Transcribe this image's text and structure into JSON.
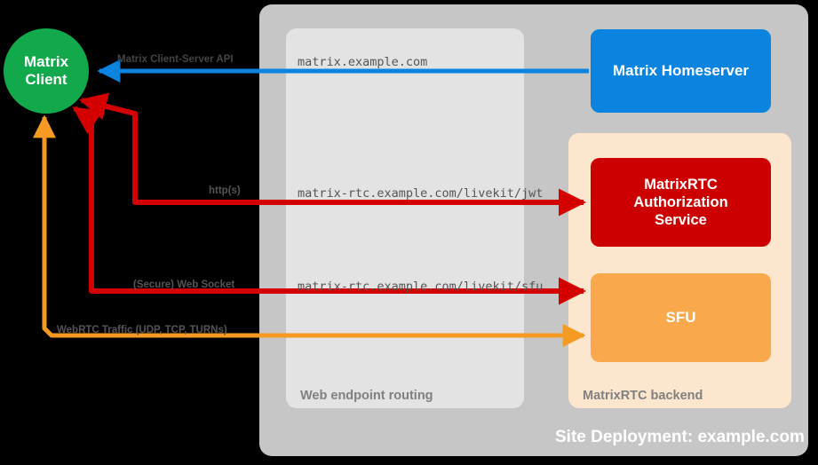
{
  "diagram": {
    "title": "Site Deployment: example.com",
    "colors": {
      "client": "#12a84c",
      "homeserver": "#0b84e0",
      "auth_service": "#cc0000",
      "sfu": "#f9a84c",
      "outer_panel": "#c6c6c6",
      "routing_panel": "#e3e3e3",
      "backend_panel": "#fce7ce",
      "blue_edge": "#0b84e0",
      "red_edge": "#d40000",
      "orange_edge": "#f59a23",
      "background": "#000000"
    }
  },
  "nodes": {
    "client": {
      "line1": "Matrix",
      "line2": "Client"
    },
    "homeserver": {
      "label": "Matrix Homeserver"
    },
    "auth_service": {
      "line1": "MatrixRTC",
      "line2": "Authorization",
      "line3": "Service"
    },
    "sfu": {
      "label": "SFU"
    }
  },
  "panels": {
    "outer": {
      "label": "Site Deployment: example.com"
    },
    "routing": {
      "label": "Web endpoint routing"
    },
    "backend": {
      "label": "MatrixRTC backend"
    }
  },
  "edges": [
    {
      "id": "csapi",
      "protocol_label": "Matrix Client-Server API",
      "url_label": "matrix.example.com",
      "color": "#0b84e0",
      "from": "Matrix Homeserver",
      "to": "Matrix Client"
    },
    {
      "id": "jwt",
      "protocol_label": "http(s)",
      "url_label": "matrix-rtc.example.com/livekit/jwt",
      "color": "#d40000",
      "from": "Matrix Client",
      "to": "MatrixRTC Authorization Service"
    },
    {
      "id": "sfu-ws",
      "protocol_label": "(Secure) Web Socket",
      "url_label": "matrix-rtc.example.com/livekit/sfu",
      "color": "#d40000",
      "from": "Matrix Client",
      "to": "SFU"
    },
    {
      "id": "webrtc",
      "protocol_label": "WebRTC Traffic (UDP, TCP, TURNs)",
      "url_label": "",
      "color": "#f59a23",
      "from": "Matrix Client",
      "to": "SFU"
    }
  ]
}
